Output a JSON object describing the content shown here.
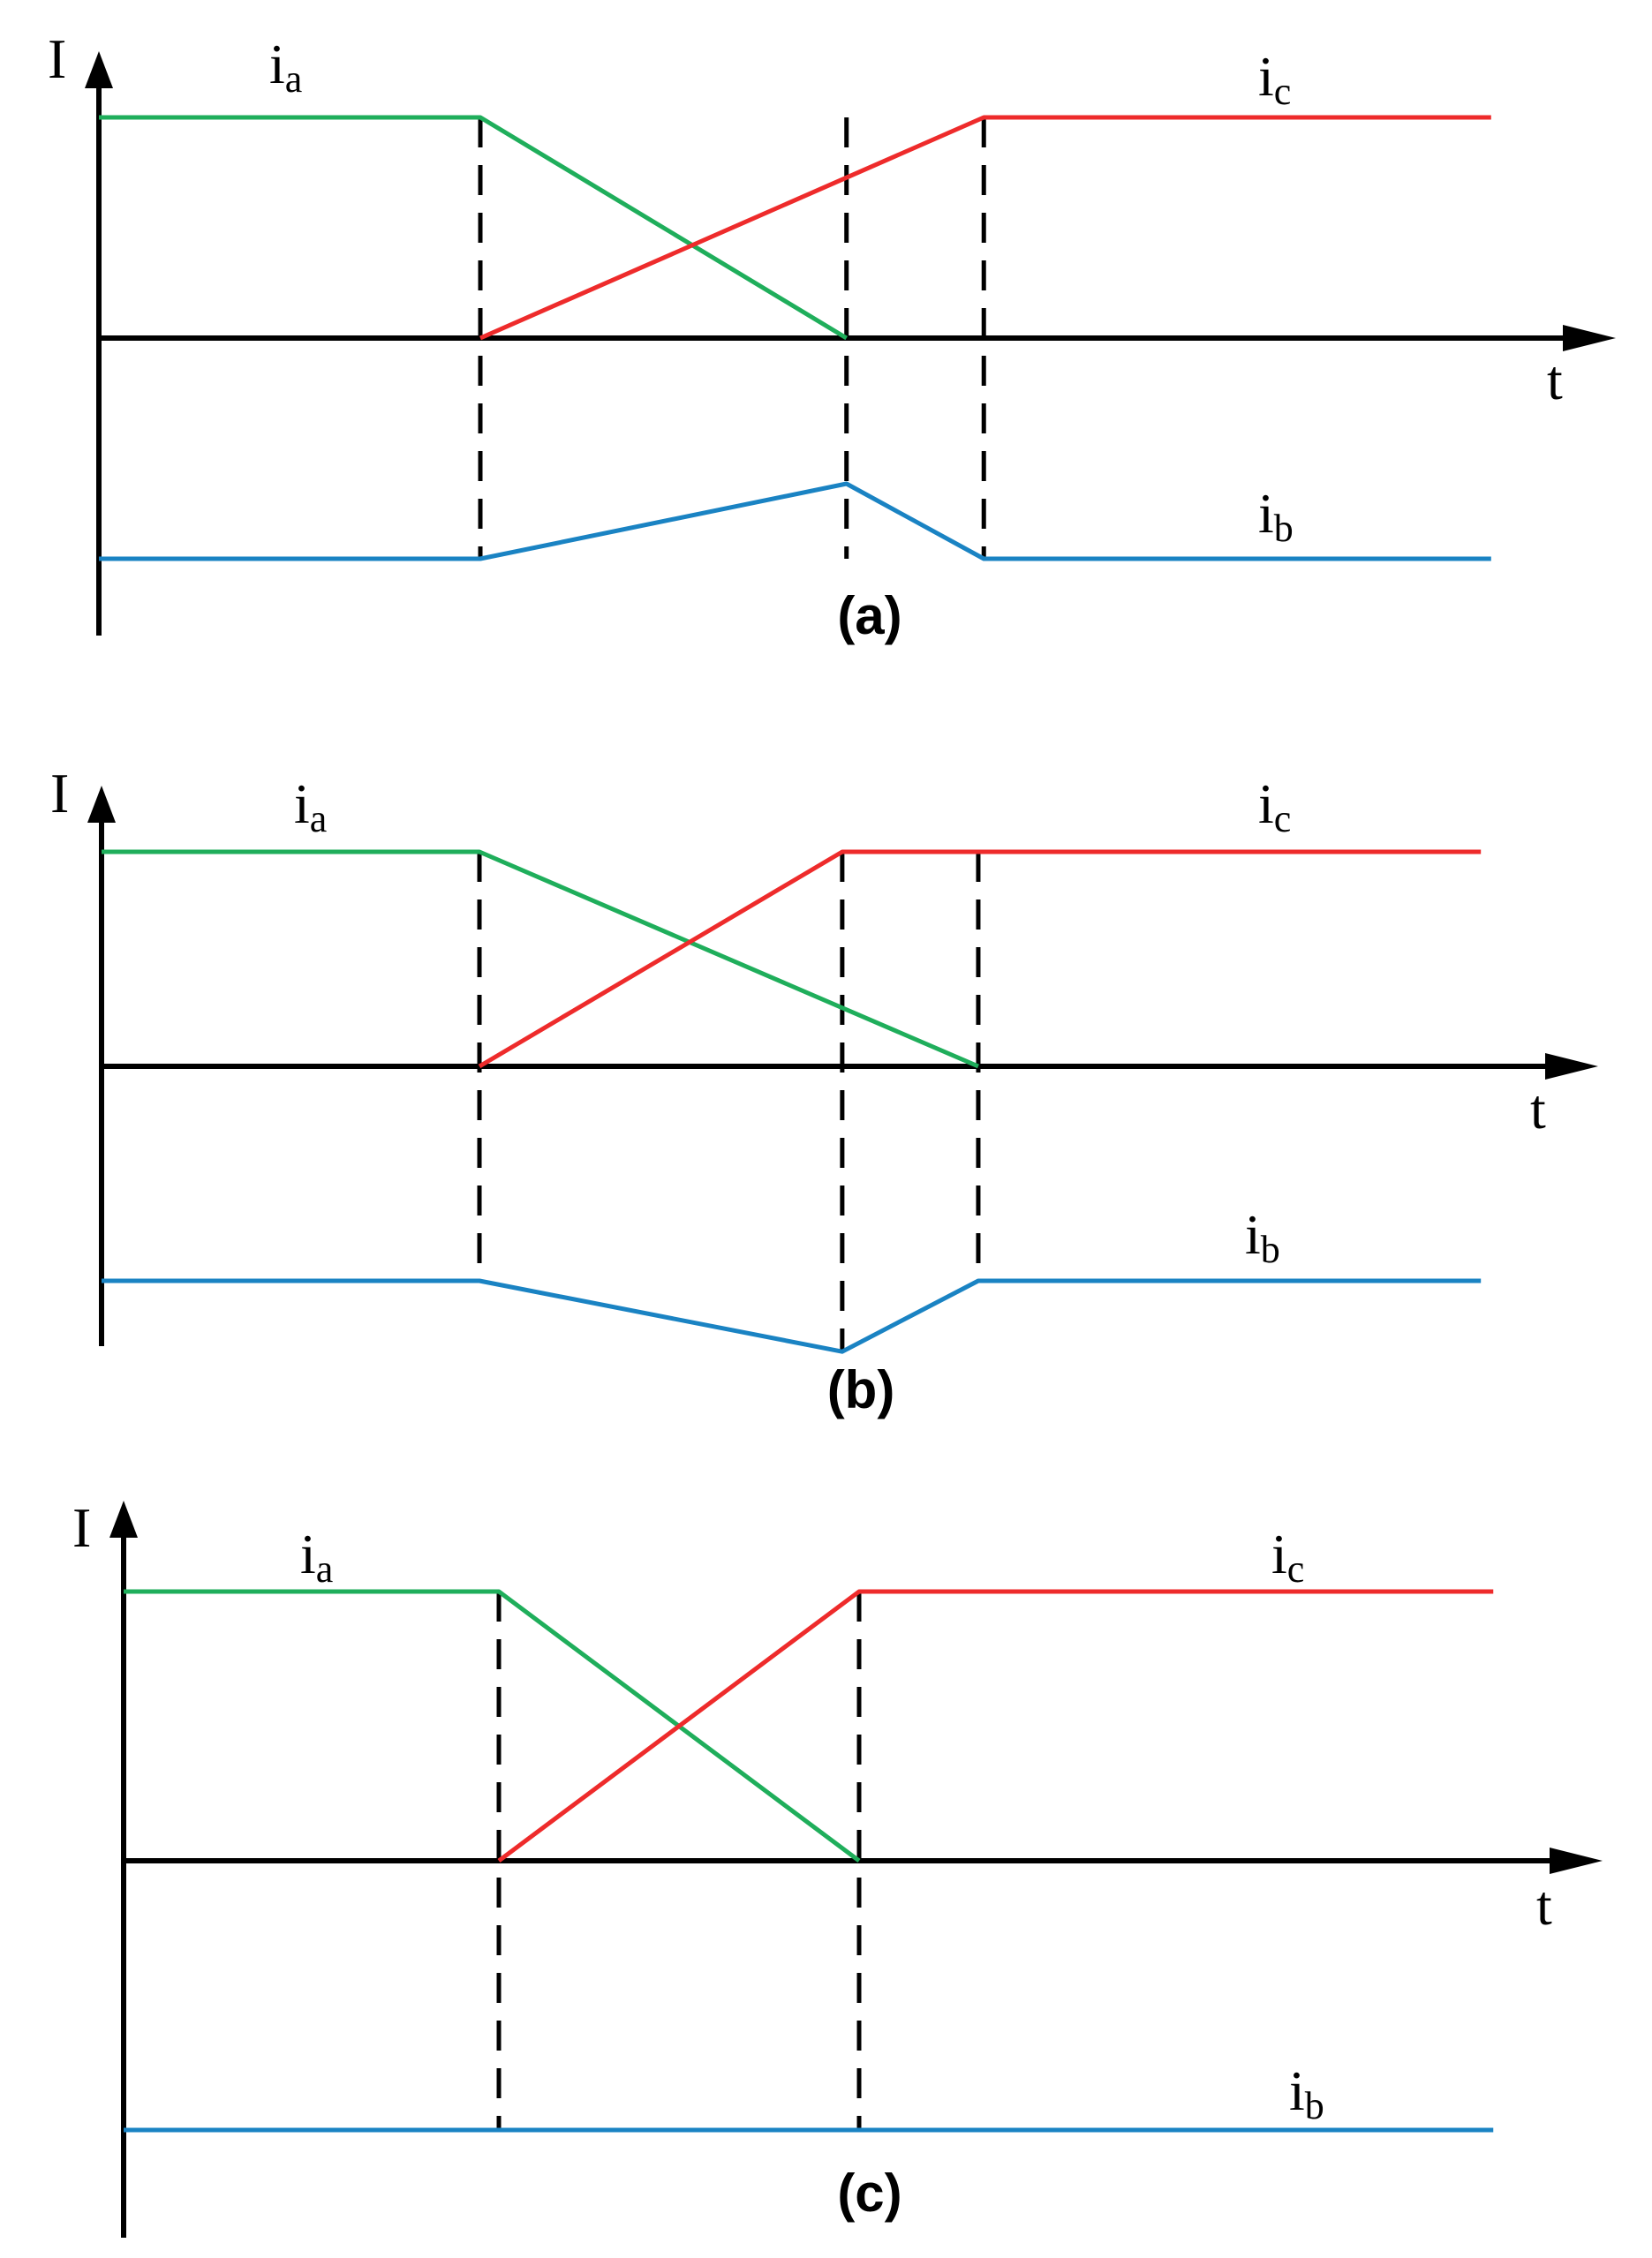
{
  "colors": {
    "ia": "#1fae5b",
    "ib": "#1a83c3",
    "ic": "#ee2b2b",
    "axis": "#000000"
  },
  "chart_data": [
    {
      "type": "line",
      "panel_label": "(a)",
      "ylabel": "I",
      "xlabel": "t",
      "grid": false,
      "series": [
        {
          "name": "ia",
          "subscript": "a",
          "color": "#1fae5b",
          "x": [
            0,
            1.0,
            1.96
          ],
          "y": [
            1,
            1,
            0
          ]
        },
        {
          "name": "ic",
          "subscript": "c",
          "color": "#ee2b2b",
          "x": [
            1.0,
            2.32,
            3.65
          ],
          "y": [
            0,
            1,
            1
          ]
        },
        {
          "name": "ib",
          "subscript": "b",
          "color": "#1a83c3",
          "x": [
            0,
            1.0,
            1.96,
            2.32,
            3.65
          ],
          "y": [
            -1,
            -1,
            -0.66,
            -1,
            -1
          ]
        }
      ],
      "transition_markers": [
        1.0,
        1.96,
        2.32
      ]
    },
    {
      "type": "line",
      "panel_label": "(b)",
      "ylabel": "I",
      "xlabel": "t",
      "grid": false,
      "series": [
        {
          "name": "ia",
          "subscript": "a",
          "color": "#1fae5b",
          "x": [
            0,
            1.0,
            2.32
          ],
          "y": [
            1,
            1,
            0
          ]
        },
        {
          "name": "ic",
          "subscript": "c",
          "color": "#ee2b2b",
          "x": [
            1.0,
            1.96,
            3.65
          ],
          "y": [
            0,
            1,
            1
          ]
        },
        {
          "name": "ib",
          "subscript": "b",
          "color": "#1a83c3",
          "x": [
            0,
            1.0,
            1.96,
            2.32,
            3.65
          ],
          "y": [
            -1,
            -1,
            -1.33,
            -1,
            -1
          ]
        }
      ],
      "transition_markers": [
        1.0,
        1.96,
        2.32
      ]
    },
    {
      "type": "line",
      "panel_label": "(c)",
      "ylabel": "I",
      "xlabel": "t",
      "grid": false,
      "series": [
        {
          "name": "ia",
          "subscript": "a",
          "color": "#1fae5b",
          "x": [
            0,
            1.0,
            1.96
          ],
          "y": [
            1,
            1,
            0
          ]
        },
        {
          "name": "ic",
          "subscript": "c",
          "color": "#ee2b2b",
          "x": [
            1.0,
            1.96,
            3.65
          ],
          "y": [
            0,
            1,
            1
          ]
        },
        {
          "name": "ib",
          "subscript": "b",
          "color": "#1a83c3",
          "x": [
            0,
            3.65
          ],
          "y": [
            -1,
            -1
          ]
        }
      ],
      "transition_markers": [
        1.0,
        1.96
      ]
    }
  ]
}
